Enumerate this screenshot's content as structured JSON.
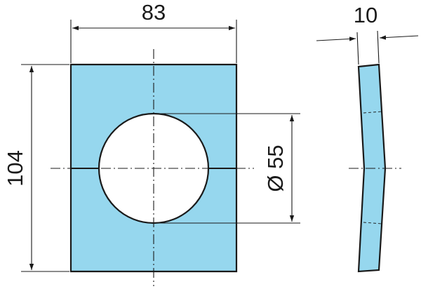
{
  "dimensions": {
    "width": "83",
    "height": "104",
    "hole_diameter": "Ø 55",
    "thickness": "10"
  },
  "colors": {
    "part_fill": "#96d7ee",
    "line": "#1a1a1a",
    "background": "#ffffff"
  }
}
